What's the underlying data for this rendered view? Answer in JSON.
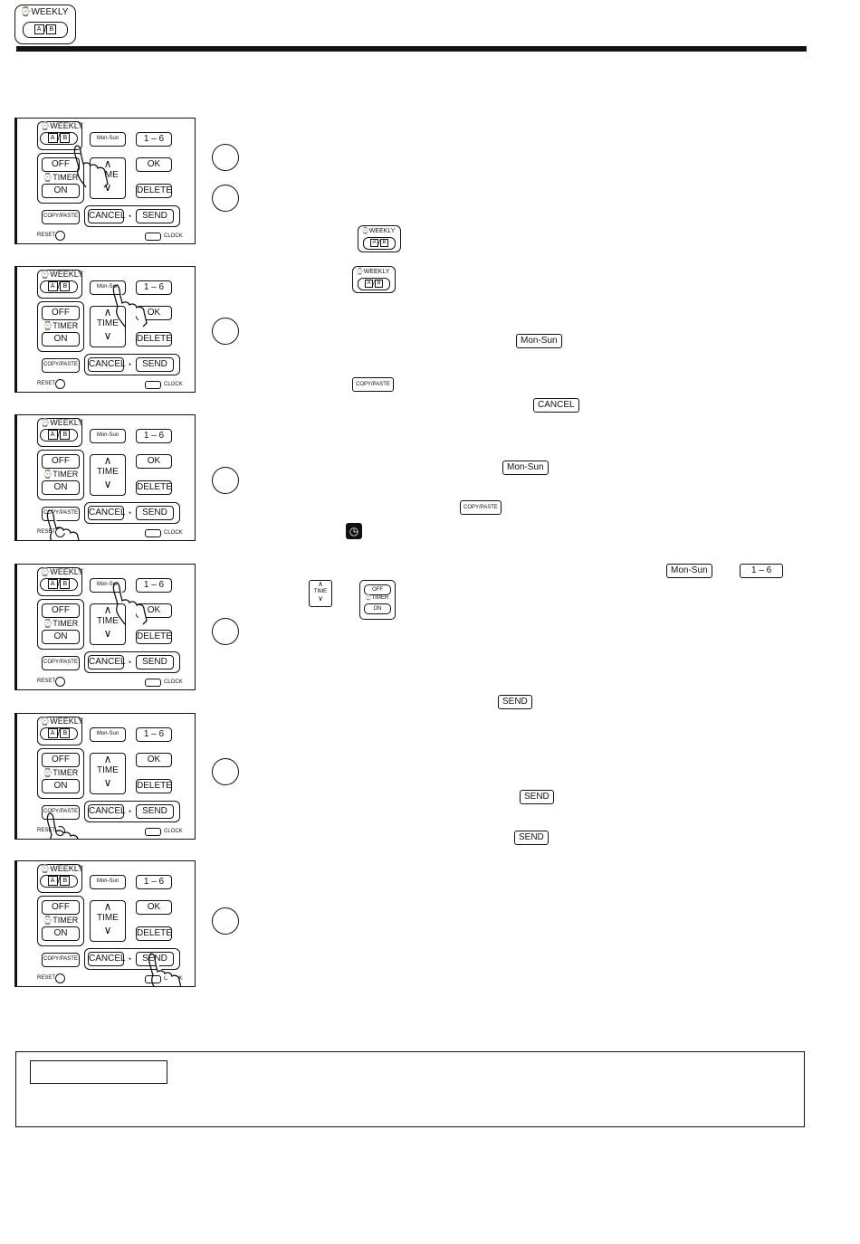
{
  "header": {
    "weekly_label": "WEEKLY",
    "a_label": "A",
    "slash": "/",
    "b_label": "B"
  },
  "remote": {
    "weekly": "WEEKLY",
    "a": "A",
    "b": "B",
    "mon_sun": "Mon-Sun",
    "one_six": "1 – 6",
    "off": "OFF",
    "timer": "TIMER",
    "on": "ON",
    "time": "TIME",
    "ok": "OK",
    "delete": "DELETE",
    "copy_paste": "COPY/PASTE",
    "cancel": "CANCEL",
    "send": "SEND",
    "reset": "RESET",
    "clock": "CLOCK"
  },
  "inline_buttons": {
    "mon_sun": "Mon-Sun",
    "one_six": "1 – 6",
    "copy_paste": "COPY/PASTE",
    "cancel": "CANCEL",
    "send": "SEND",
    "time": "TIME",
    "off": "OFF",
    "timer": "TIMER",
    "on": "ON"
  }
}
